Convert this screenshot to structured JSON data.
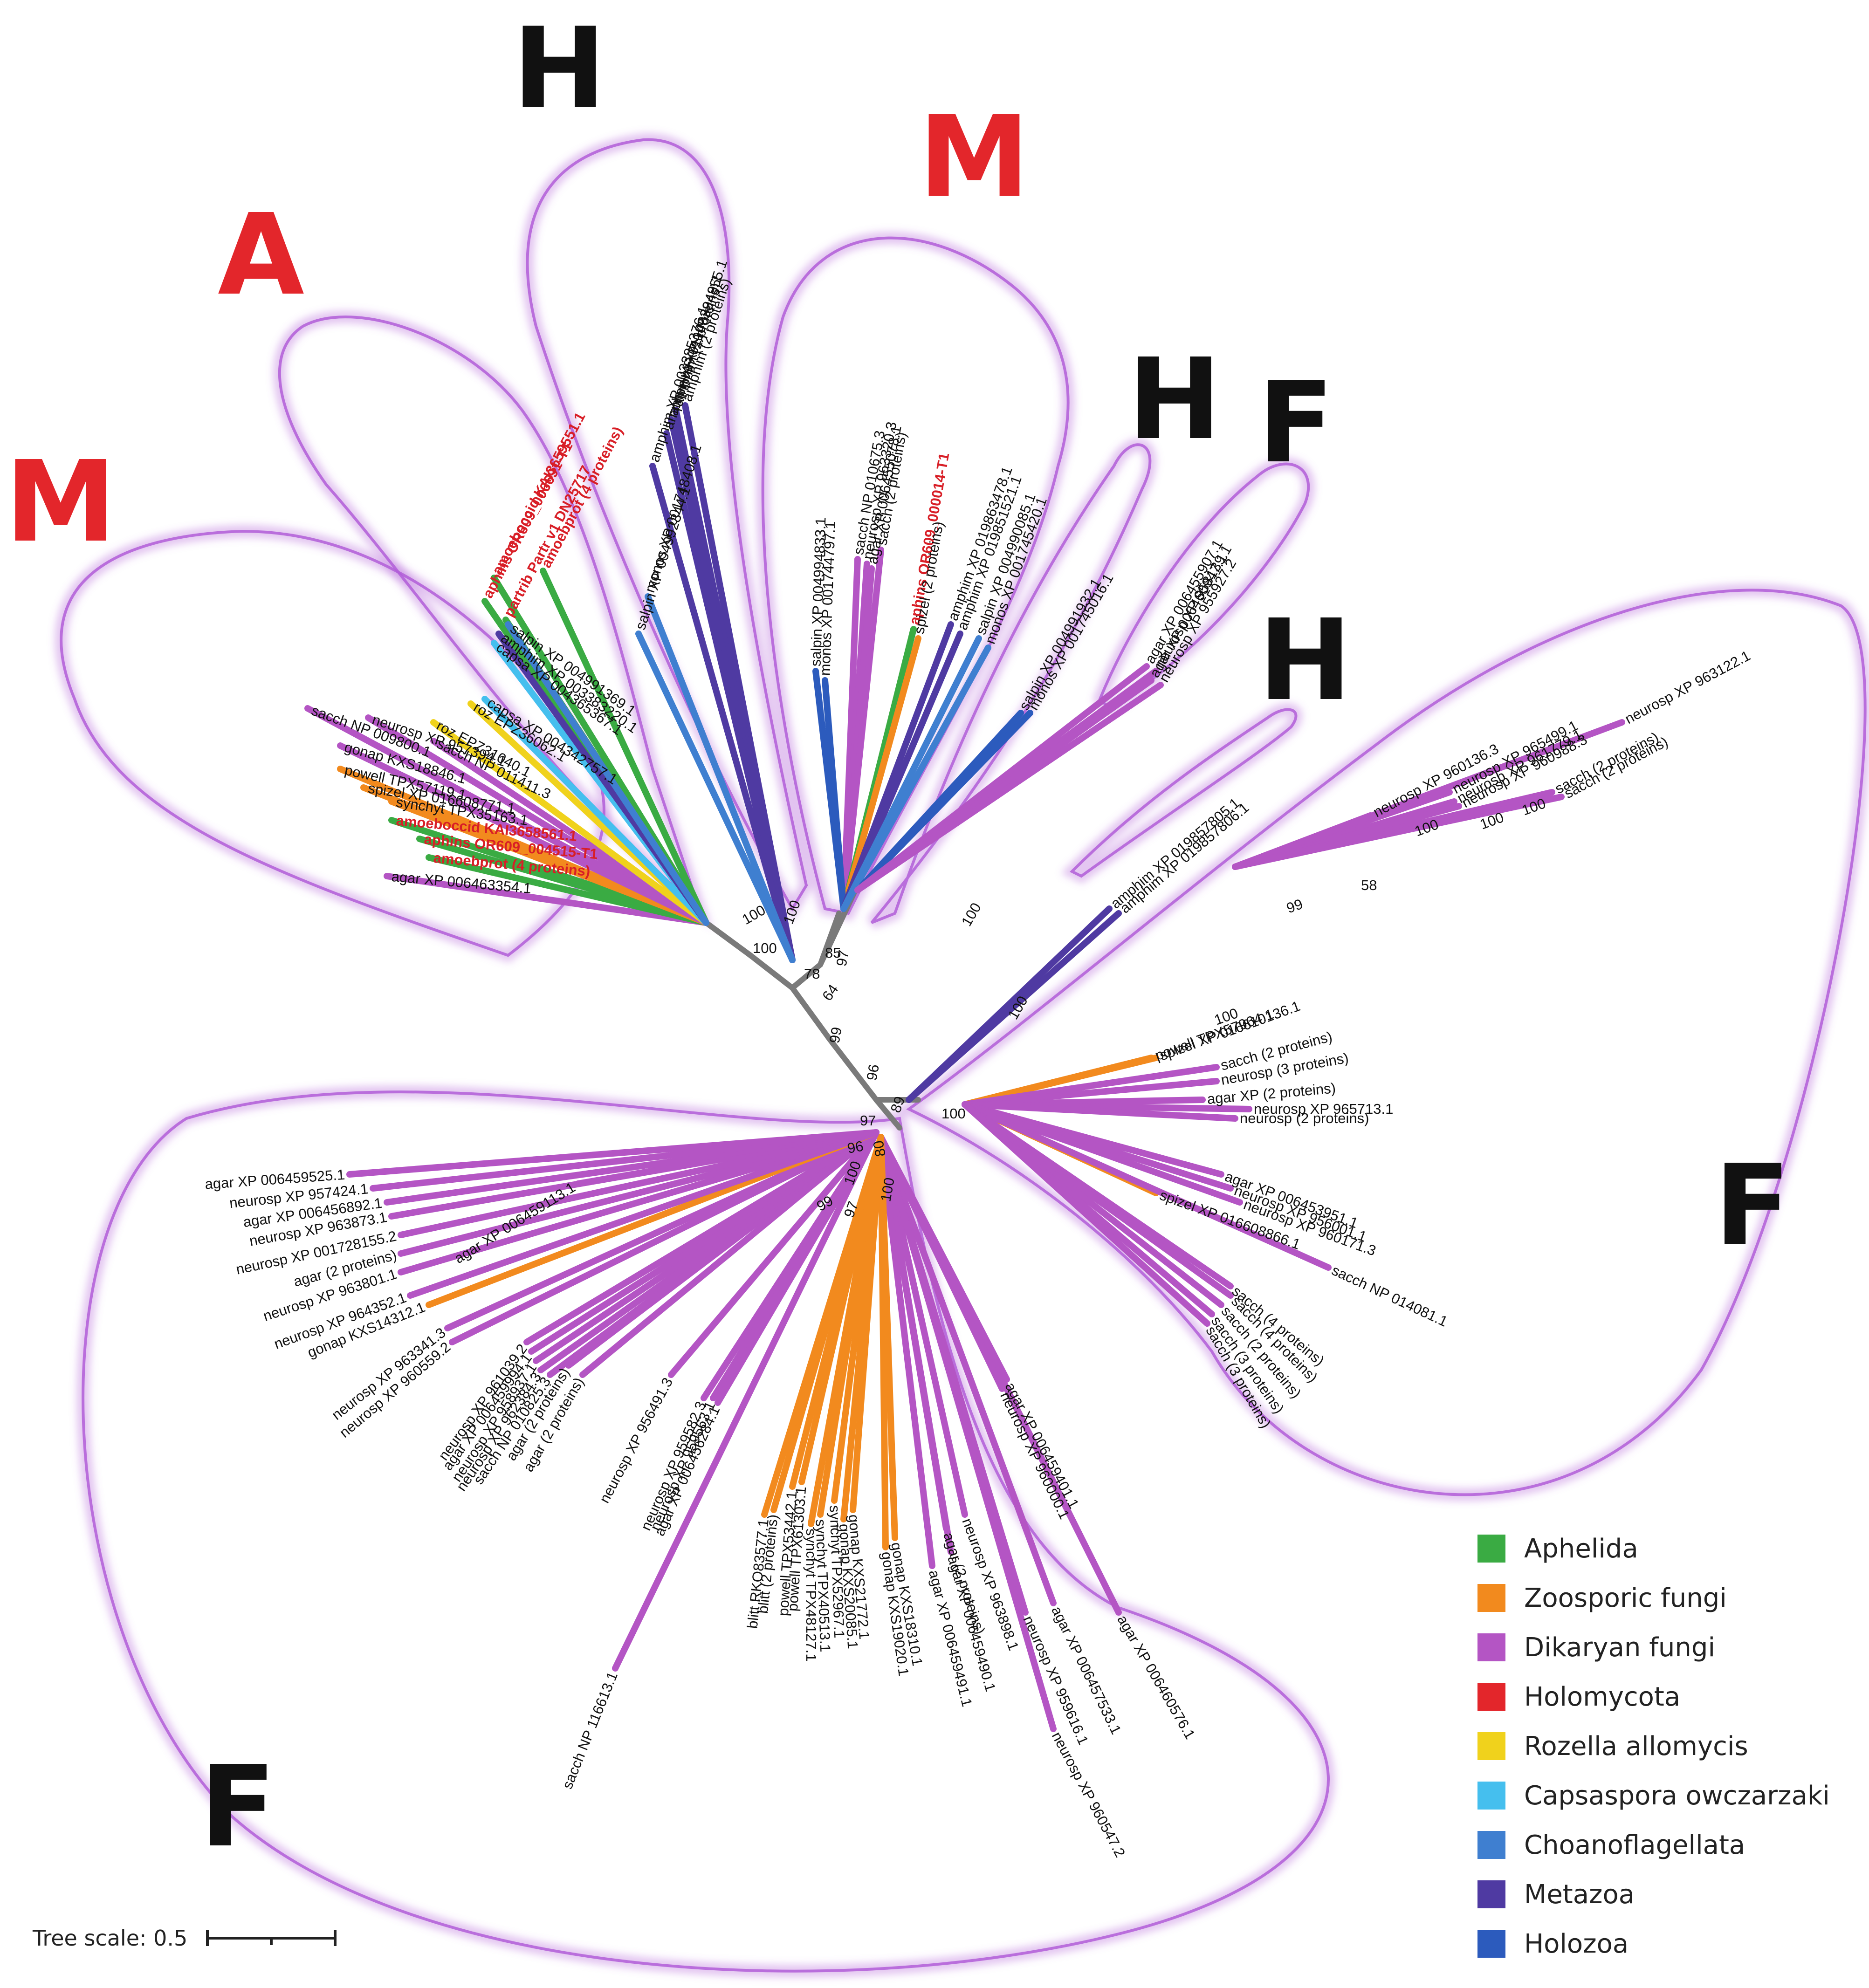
{
  "colors": {
    "Aphelida": "#3aab43",
    "Zoosporic fungi": "#f28a1e",
    "Dikaryan fungi": "#b455c4",
    "Holomycota": "#e3262b",
    "Rozella allomycis": "#f0d21c",
    "Capsaspora owczarzaki": "#45bfee",
    "Choanoflagellata": "#3f7fd0",
    "Metazoa": "#4f3aa2",
    "Holozoa": "#2c5bbd",
    "backbone": "#7a7a7a",
    "blob": "#b25ed8",
    "red_text": "#d81e26"
  },
  "clade_labels": [
    {
      "text": "H",
      "color": "#111111"
    },
    {
      "text": "A",
      "color": "#e3262b"
    },
    {
      "text": "M",
      "color": "#e3262b"
    },
    {
      "text": "M",
      "color": "#e3262b"
    },
    {
      "text": "H",
      "color": "#111111"
    },
    {
      "text": "F",
      "color": "#111111"
    },
    {
      "text": "H",
      "color": "#111111"
    },
    {
      "text": "F",
      "color": "#111111"
    },
    {
      "text": "F",
      "color": "#111111"
    }
  ],
  "legend": [
    {
      "label": "Aphelida",
      "color": "#3aab43"
    },
    {
      "label": "Zoosporic fungi",
      "color": "#f28a1e"
    },
    {
      "label": "Dikaryan fungi",
      "color": "#b455c4"
    },
    {
      "label": "Holomycota",
      "color": "#e3262b"
    },
    {
      "label": "Rozella allomycis",
      "color": "#f0d21c"
    },
    {
      "label": "Capsaspora owczarzaki",
      "color": "#45bfee"
    },
    {
      "label": "Choanoflagellata",
      "color": "#3f7fd0"
    },
    {
      "label": "Metazoa",
      "color": "#4f3aa2"
    },
    {
      "label": "Holozoa",
      "color": "#2c5bbd"
    }
  ],
  "scale": {
    "label": "Tree scale: 0.5"
  },
  "bootstrap": [
    "100",
    "100",
    "100",
    "78",
    "85",
    "97",
    "64",
    "99",
    "100",
    "96",
    "89",
    "100",
    "97",
    "96",
    "100",
    "97",
    "99",
    "80",
    "100",
    "99",
    "58",
    "100",
    "100",
    "100",
    "100",
    "100"
  ],
  "leaves": [
    {
      "text": "amoebprot (4 proteins)",
      "group": "Aphelida",
      "red": true
    },
    {
      "text": "amoeboccid KAI3659551.1",
      "group": "Aphelida",
      "red": true
    },
    {
      "text": "aphins OR609_006691-T1",
      "group": "Aphelida",
      "red": true
    },
    {
      "text": "partrib Partr v1 DN25717",
      "group": "Aphelida",
      "red": true
    },
    {
      "text": "amphim (2 proteins)",
      "group": "Metazoa"
    },
    {
      "text": "amphim (2 proteins)",
      "group": "Metazoa"
    },
    {
      "text": "amphim XP 003384855.1",
      "group": "Metazoa"
    },
    {
      "text": "amphim XP 011402949.1",
      "group": "Metazoa"
    },
    {
      "text": "amphim XP 003385376.1",
      "group": "Metazoa"
    },
    {
      "text": "monos XP 001748408.1",
      "group": "Choanoflagellata"
    },
    {
      "text": "salpin XP 004992344.1",
      "group": "Choanoflagellata"
    },
    {
      "text": "sacch NP 010675.3",
      "group": "Dikaryan fungi"
    },
    {
      "text": "neurosp XP 963320.3",
      "group": "Dikaryan fungi"
    },
    {
      "text": "agar XP 006455078.1",
      "group": "Dikaryan fungi"
    },
    {
      "text": "sacch (2 proteins)",
      "group": "Dikaryan fungi"
    },
    {
      "text": "aphins OR609_000014-T1",
      "group": "Aphelida",
      "red": true
    },
    {
      "text": "spizel (2 proteins)",
      "group": "Zoosporic fungi"
    },
    {
      "text": "monos XP 001744797.1",
      "group": "Holozoa"
    },
    {
      "text": "salpin XP 004994833.1",
      "group": "Holozoa"
    },
    {
      "text": "amphim XP 019863478.1",
      "group": "Metazoa"
    },
    {
      "text": "amphim XP 019851521.1",
      "group": "Metazoa"
    },
    {
      "text": "salpin XP 004990085.1",
      "group": "Choanoflagellata"
    },
    {
      "text": "monos XP 001745420.1",
      "group": "Choanoflagellata"
    },
    {
      "text": "salpin XP 004991932.1",
      "group": "Holozoa"
    },
    {
      "text": "monos XP 001745016.1",
      "group": "Holozoa"
    },
    {
      "text": "agar XP 006455907.1",
      "group": "Dikaryan fungi"
    },
    {
      "text": "neurosp XP 958139.1",
      "group": "Dikaryan fungi"
    },
    {
      "text": "agar XP 006460947.1",
      "group": "Dikaryan fungi"
    },
    {
      "text": "neurosp XP 955927.2",
      "group": "Dikaryan fungi"
    },
    {
      "text": "amphim XP 019857805.1",
      "group": "Metazoa"
    },
    {
      "text": "amphim XP 019857806.1",
      "group": "Metazoa"
    },
    {
      "text": "neurosp XP 960136.3",
      "group": "Dikaryan fungi"
    },
    {
      "text": "neurosp XP 965499.1",
      "group": "Dikaryan fungi"
    },
    {
      "text": "neurosp XP 961779.1",
      "group": "Dikaryan fungi"
    },
    {
      "text": "neurosp XP 960988.3",
      "group": "Dikaryan fungi"
    },
    {
      "text": "neurosp XP 963122.1",
      "group": "Dikaryan fungi"
    },
    {
      "text": "sacch (2 proteins)",
      "group": "Dikaryan fungi"
    },
    {
      "text": "sacch (2 proteins)",
      "group": "Dikaryan fungi"
    },
    {
      "text": "spizel XP 016610136.1",
      "group": "Zoosporic fungi"
    },
    {
      "text": "powell TPX57964.1",
      "group": "Zoosporic fungi"
    },
    {
      "text": "sacch (2 proteins)",
      "group": "Dikaryan fungi"
    },
    {
      "text": "neurosp (3 proteins)",
      "group": "Dikaryan fungi"
    },
    {
      "text": "agar XP (2 proteins)",
      "group": "Dikaryan fungi"
    },
    {
      "text": "neurosp XP 965713.1",
      "group": "Dikaryan fungi"
    },
    {
      "text": "neurosp (2 proteins)",
      "group": "Dikaryan fungi"
    },
    {
      "text": "agar XP 006453951.1",
      "group": "Dikaryan fungi"
    },
    {
      "text": "neurosp XP 956001.1",
      "group": "Dikaryan fungi"
    },
    {
      "text": "neurosp XP 960171.3",
      "group": "Dikaryan fungi"
    },
    {
      "text": "spizel XP 016608866.1",
      "group": "Zoosporic fungi"
    },
    {
      "text": "sacch NP 014081.1",
      "group": "Dikaryan fungi"
    },
    {
      "text": "sacch (4 proteins)",
      "group": "Dikaryan fungi"
    },
    {
      "text": "sacch (4 proteins)",
      "group": "Dikaryan fungi"
    },
    {
      "text": "sacch (2 proteins)",
      "group": "Dikaryan fungi"
    },
    {
      "text": "sacch (3 proteins)",
      "group": "Dikaryan fungi"
    },
    {
      "text": "sacch (3 proteins)",
      "group": "Dikaryan fungi"
    },
    {
      "text": "agar XP 006460576.1",
      "group": "Dikaryan fungi"
    },
    {
      "text": "agar XP 006459401.1",
      "group": "Dikaryan fungi"
    },
    {
      "text": "neurosp XP 960000.1",
      "group": "Dikaryan fungi"
    },
    {
      "text": "agar XP 006457533.1",
      "group": "Dikaryan fungi"
    },
    {
      "text": "neurosp XP 959616.1",
      "group": "Dikaryan fungi"
    },
    {
      "text": "neurosp XP 963898.1",
      "group": "Dikaryan fungi"
    },
    {
      "text": "agar (2 proteins)",
      "group": "Dikaryan fungi"
    },
    {
      "text": "agar XP 006459490.1",
      "group": "Dikaryan fungi"
    },
    {
      "text": "agar XP 006459491.1",
      "group": "Dikaryan fungi"
    },
    {
      "text": "neurosp XP 960547.2",
      "group": "Dikaryan fungi"
    },
    {
      "text": "gonap KXS18310.1",
      "group": "Zoosporic fungi"
    },
    {
      "text": "gonap KXS19020.1",
      "group": "Zoosporic fungi"
    },
    {
      "text": "gonap KXS21772.1",
      "group": "Zoosporic fungi"
    },
    {
      "text": "gonap KXS20085.1",
      "group": "Zoosporic fungi"
    },
    {
      "text": "synchyt TPX52967.1",
      "group": "Zoosporic fungi"
    },
    {
      "text": "synchyt TPX40513.1",
      "group": "Zoosporic fungi"
    },
    {
      "text": "synchyt TPX48127.1",
      "group": "Zoosporic fungi"
    },
    {
      "text": "powell TPX61303.1",
      "group": "Zoosporic fungi"
    },
    {
      "text": "powell TPX53442.1",
      "group": "Zoosporic fungi"
    },
    {
      "text": "blitt (2 proteins)",
      "group": "Zoosporic fungi"
    },
    {
      "text": "blitt RKO83577.1",
      "group": "Zoosporic fungi"
    },
    {
      "text": "sacch NP 116613.1",
      "group": "Dikaryan fungi"
    },
    {
      "text": "neurosp XP 959582.3",
      "group": "Dikaryan fungi"
    },
    {
      "text": "neurosp XP 959563.1",
      "group": "Dikaryan fungi"
    },
    {
      "text": "agar XP 006456284.1",
      "group": "Dikaryan fungi"
    },
    {
      "text": "neurosp XP 956491.3",
      "group": "Dikaryan fungi"
    },
    {
      "text": "agar (2 proteins)",
      "group": "Dikaryan fungi"
    },
    {
      "text": "agar (2 proteins)",
      "group": "Dikaryan fungi"
    },
    {
      "text": "sacch NP 010825.3",
      "group": "Dikaryan fungi"
    },
    {
      "text": "neurosp XP 962384.3",
      "group": "Dikaryan fungi"
    },
    {
      "text": "neurosp XP 958937.1",
      "group": "Dikaryan fungi"
    },
    {
      "text": "agar XP 006459994.1",
      "group": "Dikaryan fungi"
    },
    {
      "text": "neurosp XP 961039.2",
      "group": "Dikaryan fungi"
    },
    {
      "text": "neurosp XP 960559.2",
      "group": "Dikaryan fungi"
    },
    {
      "text": "neurosp XP 963341.3",
      "group": "Dikaryan fungi"
    },
    {
      "text": "agar XP 006459113.1",
      "group": "Dikaryan fungi"
    },
    {
      "text": "gonap KXS14312.1",
      "group": "Zoosporic fungi"
    },
    {
      "text": "neurosp XP 964352.1",
      "group": "Dikaryan fungi"
    },
    {
      "text": "neurosp XP 963801.1",
      "group": "Dikaryan fungi"
    },
    {
      "text": "agar (2 proteins)",
      "group": "Dikaryan fungi"
    },
    {
      "text": "neurosp XP 001728155.2",
      "group": "Dikaryan fungi"
    },
    {
      "text": "neurosp XP 963873.1",
      "group": "Dikaryan fungi"
    },
    {
      "text": "agar XP 006456892.1",
      "group": "Dikaryan fungi"
    },
    {
      "text": "neurosp XP 957424.1",
      "group": "Dikaryan fungi"
    },
    {
      "text": "agar XP 006459525.1",
      "group": "Dikaryan fungi"
    },
    {
      "text": "agar XP 006463354.1",
      "group": "Dikaryan fungi"
    },
    {
      "text": "amoebprot (4 proteins)",
      "group": "Aphelida",
      "red": true
    },
    {
      "text": "aphins OR609_004515-T1",
      "group": "Aphelida",
      "red": true
    },
    {
      "text": "amoeboccid KAI3658561.1",
      "group": "Aphelida",
      "red": true
    },
    {
      "text": "synchyt TPX35163.1",
      "group": "Zoosporic fungi"
    },
    {
      "text": "spizel XP 016608771.1",
      "group": "Zoosporic fungi"
    },
    {
      "text": "powell TPX57119.1",
      "group": "Zoosporic fungi"
    },
    {
      "text": "gonap KXS18846.1",
      "group": "Dikaryan fungi"
    },
    {
      "text": "neurosp XP 957394.1",
      "group": "Dikaryan fungi"
    },
    {
      "text": "sacch NP 009800.1",
      "group": "Dikaryan fungi"
    },
    {
      "text": "sacch NP 011411.3",
      "group": "Dikaryan fungi"
    },
    {
      "text": "roz EPZ31040.1",
      "group": "Rozella allomycis"
    },
    {
      "text": "roz EPZ36062.1",
      "group": "Rozella allomycis"
    },
    {
      "text": "capsa XP 004342757.1",
      "group": "Capsaspora owczarzaki"
    },
    {
      "text": "capsa XP 004365367.1",
      "group": "Capsaspora owczarzaki"
    },
    {
      "text": "amphim XP 003383220.1",
      "group": "Metazoa"
    },
    {
      "text": "salpin XP 004991369.1",
      "group": "Choanoflagellata"
    },
    {
      "text": "monos XP 001748510.1",
      "group": "Choanoflagellata"
    }
  ]
}
